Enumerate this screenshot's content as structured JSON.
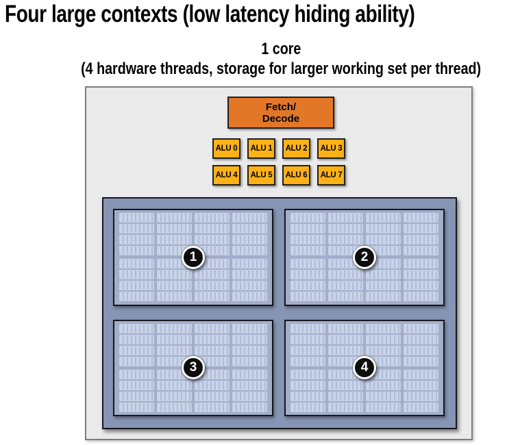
{
  "title": "Four large contexts (low latency hiding ability)",
  "caption": {
    "line1": "1 core",
    "line2": "(4 hardware threads, storage for larger working set per thread)"
  },
  "core": {
    "fetch_decode": {
      "line1": "Fetch/",
      "line2": "Decode"
    },
    "alus": [
      "ALU 0",
      "ALU 1",
      "ALU 2",
      "ALU 3",
      "ALU 4",
      "ALU 5",
      "ALU 6",
      "ALU 7"
    ]
  },
  "storage": {
    "contexts": [
      {
        "badge": "1"
      },
      {
        "badge": "2"
      },
      {
        "badge": "3"
      },
      {
        "badge": "4"
      }
    ],
    "cell_grid": {
      "columns": 4,
      "rows_per_group": 4,
      "groups": 2
    }
  },
  "colors": {
    "core_fill": "#EAEAEA",
    "fetch_decode_fill": "#E37728",
    "alu_fill": "#FBB117",
    "storage_fill": "#8695B3",
    "context_fill": "#A2AECA",
    "cell_fill": "#AFBCD8",
    "cell_stripe": "#CAD4E8"
  }
}
